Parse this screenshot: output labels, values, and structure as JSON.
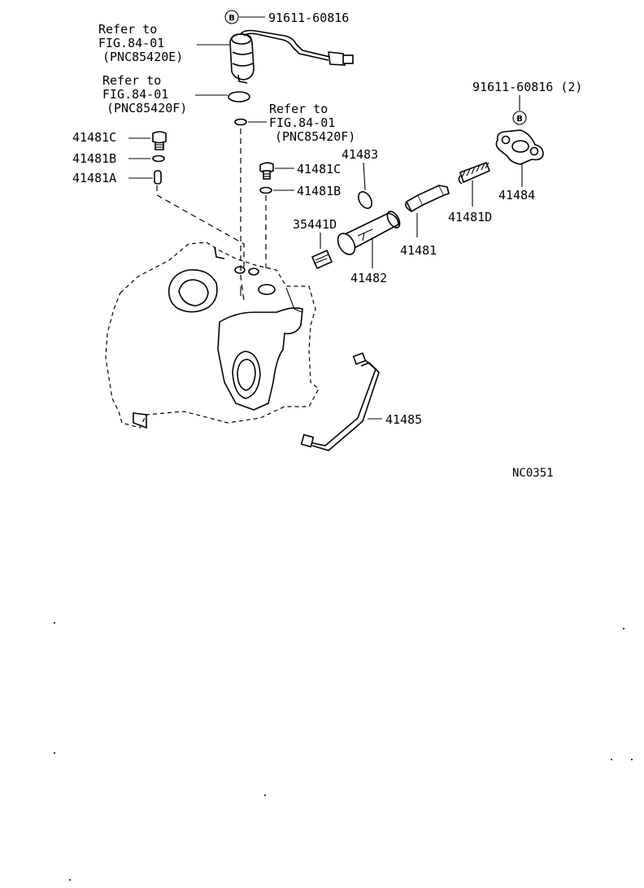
{
  "diagram": {
    "drawing_code": "NC0351",
    "bolt_top": {
      "symbol": "B",
      "part_number": "91611-60816"
    },
    "bolt_right": {
      "symbol": "B",
      "part_number": "91611-60816 (2)"
    },
    "refers": [
      {
        "line1": "Refer to",
        "line2": "FIG.84-01",
        "line3": "(PNC85420E)"
      },
      {
        "line1": "Refer to",
        "line2": "FIG.84-01",
        "line3": "(PNC85420F)"
      },
      {
        "line1": "Refer to",
        "line2": "FIG.84-01",
        "line3": "(PNC85420F)"
      }
    ],
    "parts": {
      "p41481C_left": "41481C",
      "p41481B_left": "41481B",
      "p41481A": "41481A",
      "p41481C_mid": "41481C",
      "p41481B_mid": "41481B",
      "p41483": "41483",
      "p35441D": "35441D",
      "p41482": "41482",
      "p41481": "41481",
      "p41481D": "41481D",
      "p41484": "41484",
      "p41485": "41485"
    }
  }
}
